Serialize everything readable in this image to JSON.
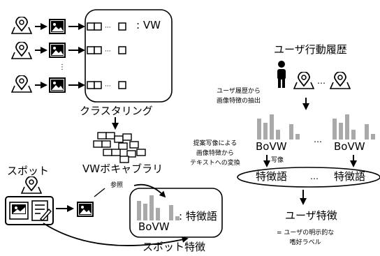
{
  "labels": {
    "vw_suffix": ": VW",
    "clustering": "クラスタリング",
    "vw_vocabulary": "VWボキャブラリ",
    "spot": "スポット",
    "reference": "参照",
    "bovw_spot": "BoVW",
    "feature_word_spot": ": 特徴語",
    "spot_feature": "スポット特徴",
    "user_history": "ユーザ行動履歴",
    "feature_extraction": "ユーザ履歴から\n画像特徴の抽出",
    "bovw_left": "BoVW",
    "bovw_right": "BoVW",
    "conversion": "提案写像による\n画像特徴から\nテキストへの変換",
    "mapping": "写像",
    "feature_word_left": "特徴語",
    "feature_word_right": "特徴語",
    "ellipsis": "…",
    "user_feature": "ユーザ特徴",
    "user_feature_desc": "= ユーザの明示的な\n嗜好ラベル"
  },
  "colors": {
    "bar": "#a9a9a9",
    "line": "#000000"
  },
  "icons": [
    "map-pin-icon",
    "image-icon",
    "camera-icon",
    "document-icon",
    "person-icon"
  ]
}
